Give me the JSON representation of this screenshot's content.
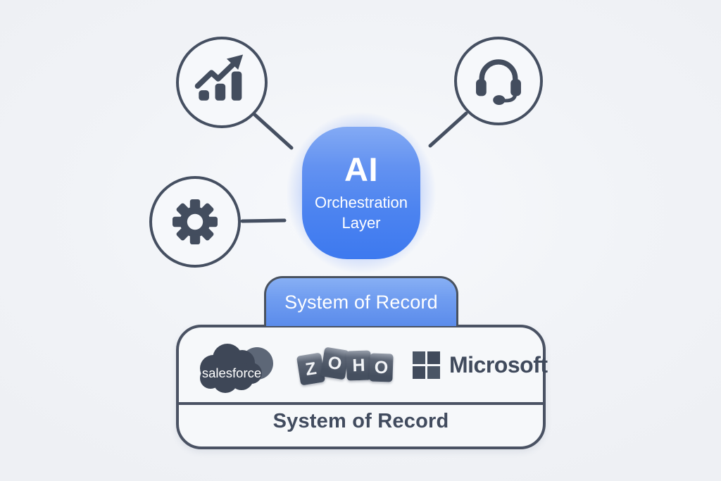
{
  "palette": {
    "background": "#f1f3f7",
    "slate_outline": "#4a5263",
    "icon_slate": "#434d5e",
    "ai_blue_top": "#83aaf4",
    "ai_blue_bottom": "#3d79ef",
    "tab_blue_top": "#87aff4",
    "tab_blue_bottom": "#5b8ceb",
    "text_white": "#ffffff",
    "footer_text": "#414b5e"
  },
  "center_node": {
    "title": "AI",
    "subtitle_line1": "Orchestration",
    "subtitle_line2": "Layer"
  },
  "satellites": {
    "growth": {
      "icon": "growth-chart-icon"
    },
    "support": {
      "icon": "headset-icon"
    },
    "settings": {
      "icon": "gear-icon"
    }
  },
  "tab": {
    "label": "System of Record"
  },
  "records_box": {
    "footer_label": "System of Record",
    "logos": {
      "salesforce": {
        "icon": "salesforce-cloud-logo",
        "text": "salesforce"
      },
      "zoho": {
        "icon": "zoho-logo",
        "letters": [
          "Z",
          "O",
          "H",
          "O"
        ]
      },
      "microsoft": {
        "icon": "microsoft-logo",
        "text": "Microsoft"
      }
    }
  }
}
